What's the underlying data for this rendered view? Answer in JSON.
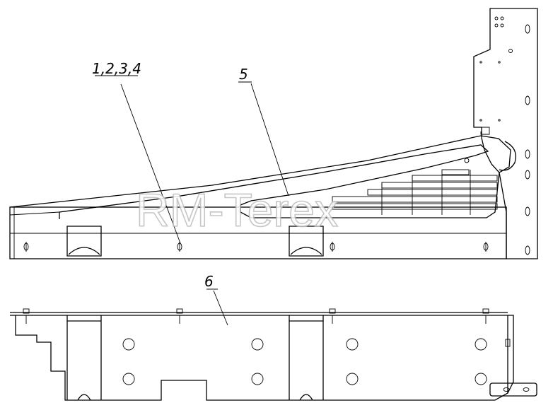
{
  "callouts": {
    "parts_1_4": "1,2,3,4",
    "part_5": "5",
    "part_6": "6"
  },
  "watermark": "RM-Terex",
  "colors": {
    "line": "#000000",
    "background": "#ffffff",
    "watermark_outline": "#bdbdbd"
  }
}
